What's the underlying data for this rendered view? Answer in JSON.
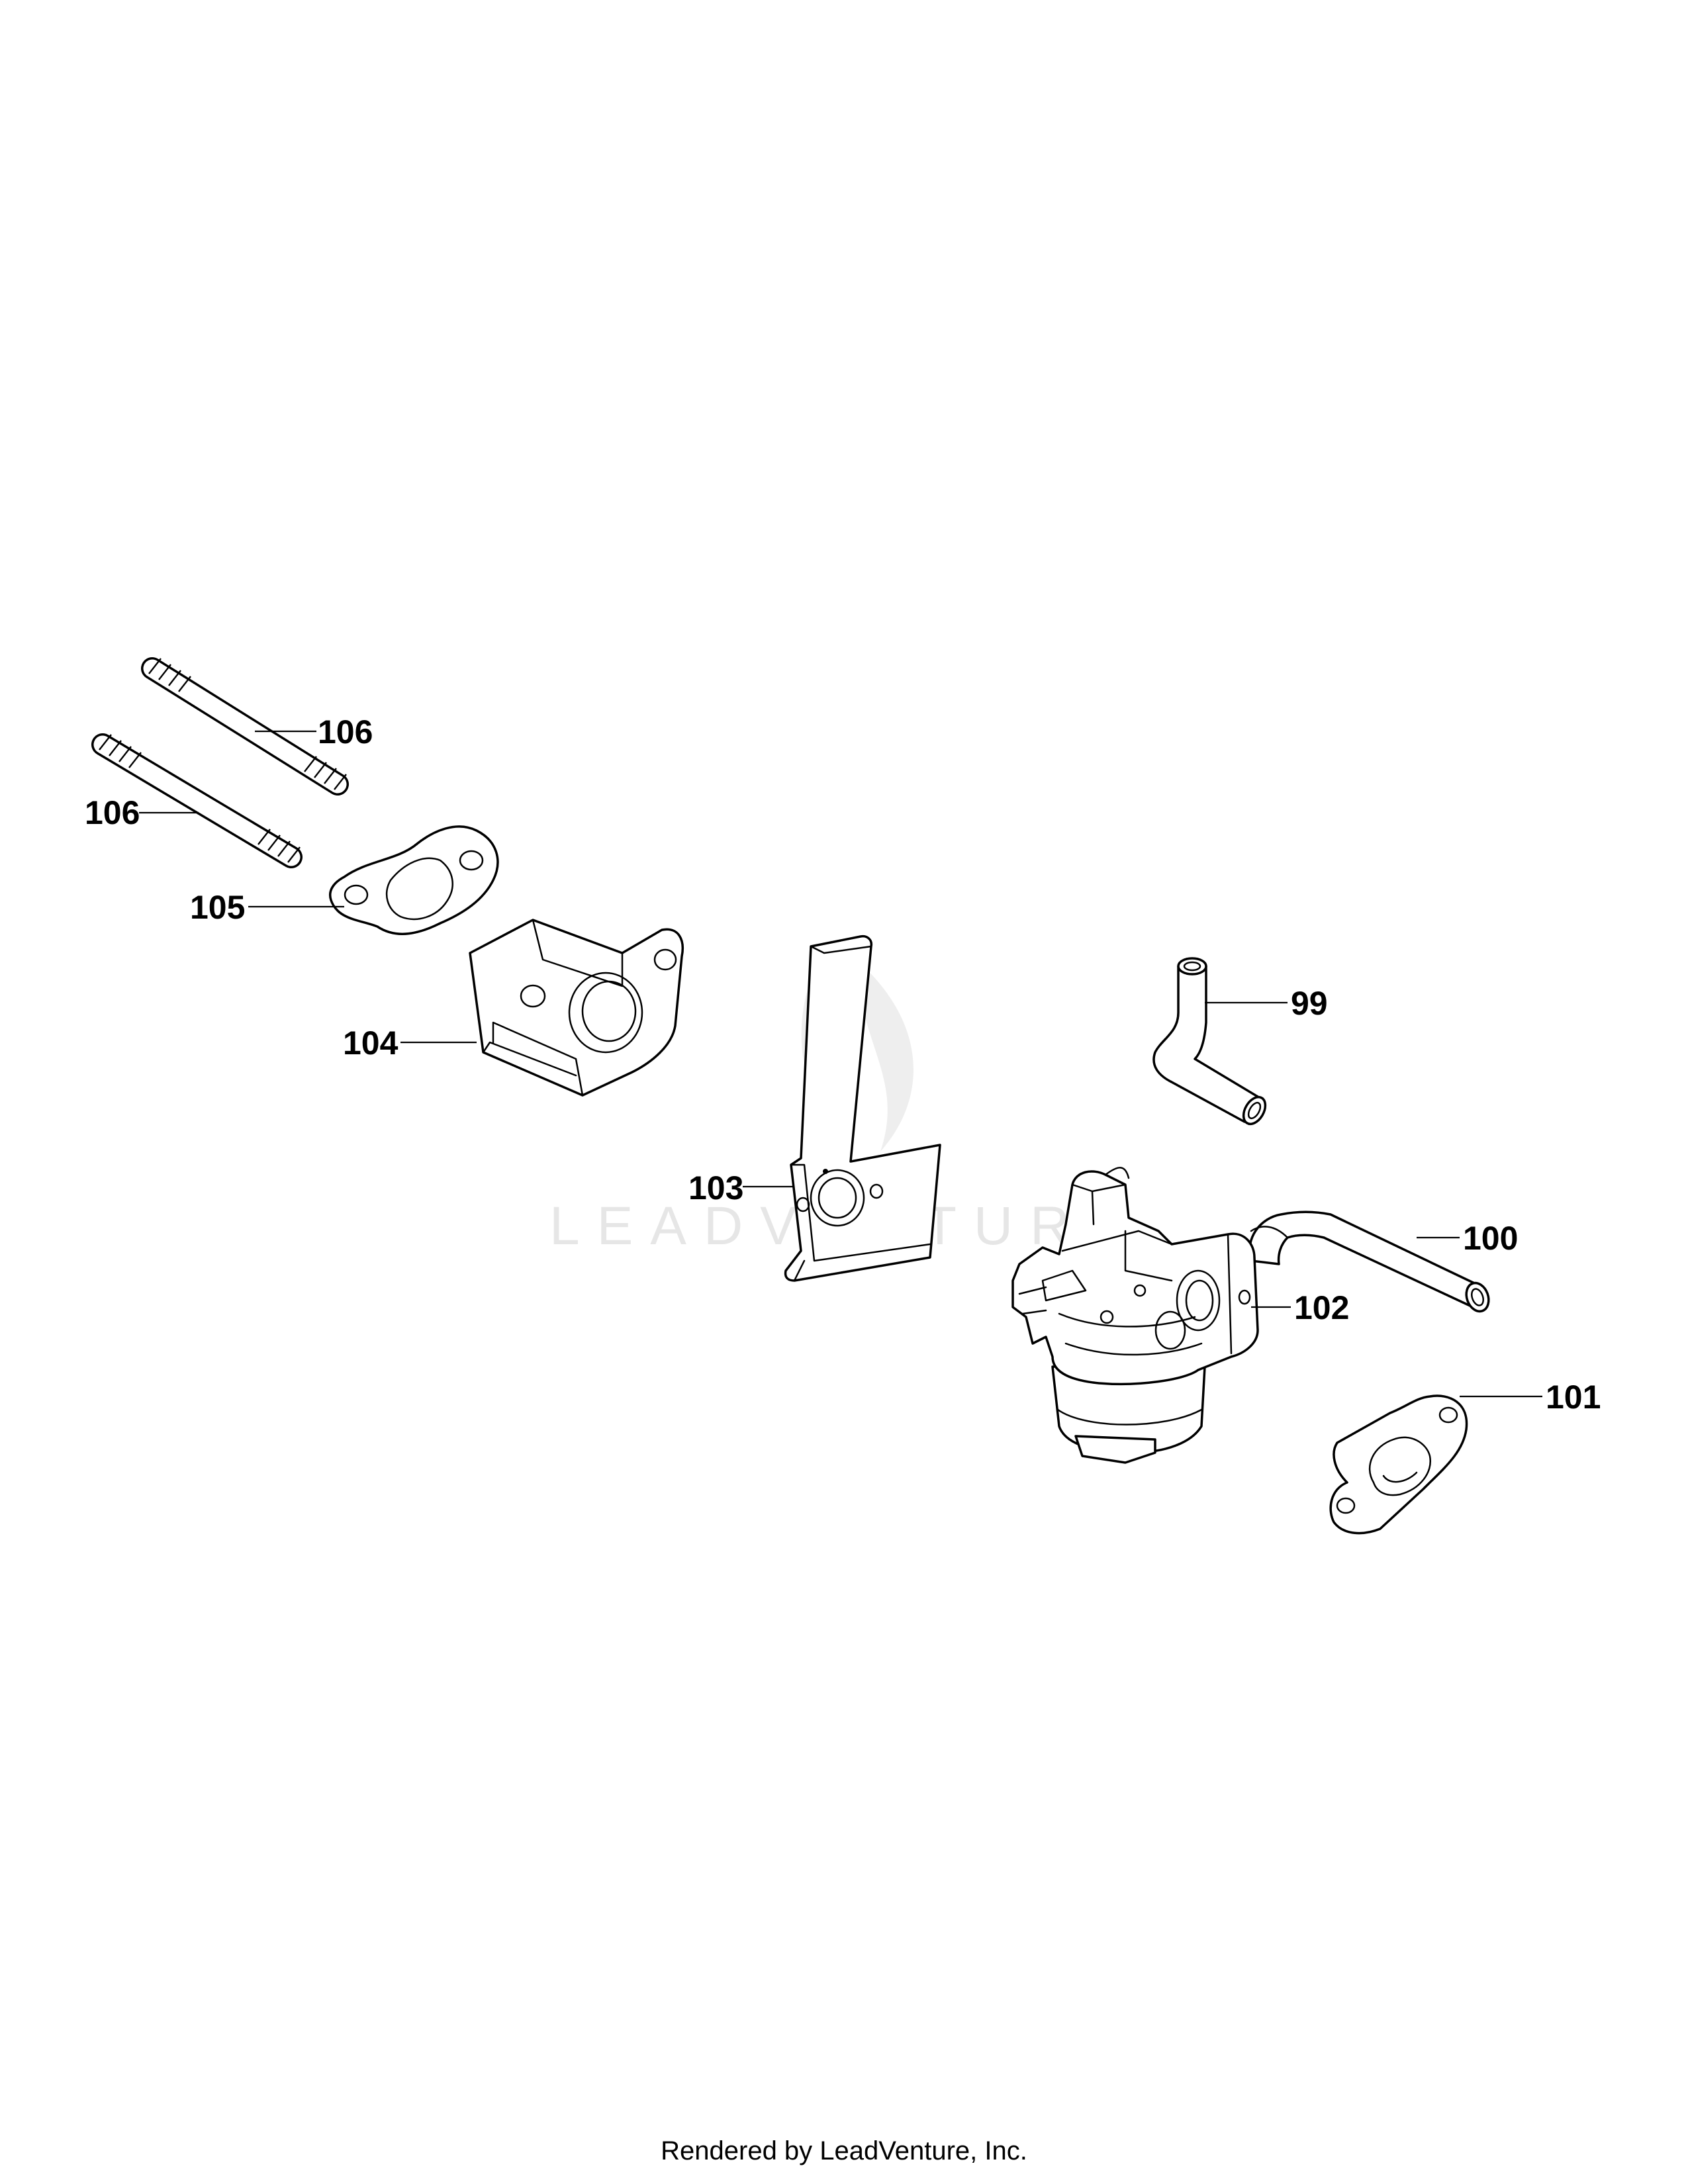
{
  "callouts": [
    {
      "id": "99",
      "label": "99"
    },
    {
      "id": "100",
      "label": "100"
    },
    {
      "id": "101",
      "label": "101"
    },
    {
      "id": "102",
      "label": "102"
    },
    {
      "id": "103",
      "label": "103"
    },
    {
      "id": "104",
      "label": "104"
    },
    {
      "id": "105",
      "label": "105"
    },
    {
      "id": "106a",
      "label": "106"
    },
    {
      "id": "106b",
      "label": "106"
    }
  ],
  "watermark": {
    "text": "LEADVENTURE"
  },
  "footer": {
    "text": "Rendered by LeadVenture, Inc."
  },
  "colors": {
    "line": "#000000",
    "watermark": "#e6e6e6",
    "background": "#ffffff"
  }
}
